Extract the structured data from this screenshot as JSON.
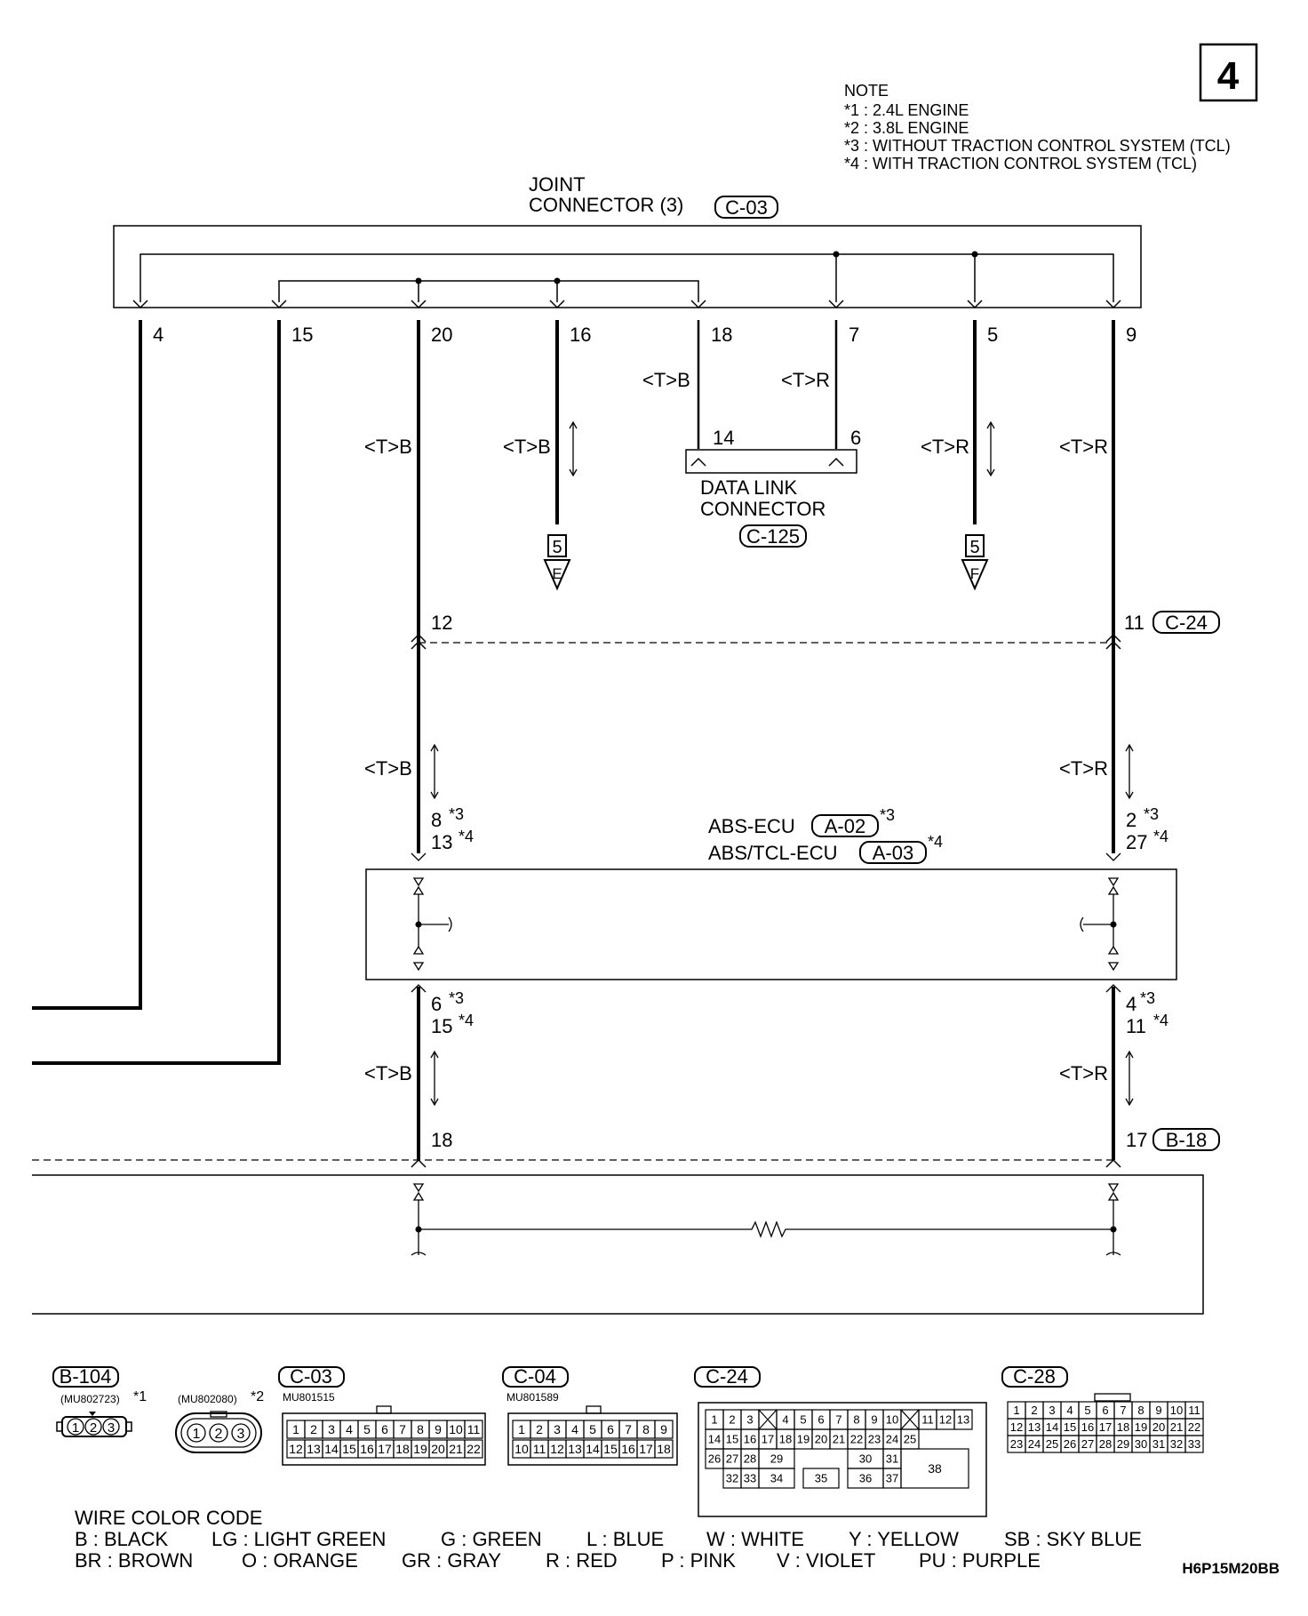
{
  "page_number": "4",
  "note": {
    "heading": "NOTE",
    "lines": [
      "*1 : 2.4L ENGINE",
      "*2 : 3.8L ENGINE",
      "*3 : WITHOUT TRACTION CONTROL SYSTEM (TCL)",
      "*4 : WITH TRACTION CONTROL SYSTEM (TCL)"
    ]
  },
  "joint_connector": {
    "line1": "JOINT",
    "line2": "CONNECTOR (3)",
    "code": "C-03"
  },
  "joint_pins": [
    "4",
    "15",
    "20",
    "16",
    "18",
    "7",
    "5",
    "9"
  ],
  "wire_color_labels": {
    "tb": "<T>B",
    "tr": "<T>R"
  },
  "data_link": {
    "pin_left": "14",
    "pin_right": "6",
    "line1": "DATA LINK",
    "line2": "CONNECTOR",
    "code": "C-125"
  },
  "ground_refs": {
    "left_num": "5",
    "left_letter": "E",
    "right_num": "5",
    "right_letter": "F"
  },
  "c24_pins": {
    "left": "12",
    "right": "11",
    "code": "C-24"
  },
  "abs_pins_top": {
    "left_a": "8",
    "left_b": "13",
    "right_a": "2",
    "right_b": "27"
  },
  "abs_ecu": {
    "line1": "ABS-ECU",
    "code1": "A-02",
    "note1": "*3",
    "line2": "ABS/TCL-ECU",
    "code2": "A-03",
    "note2": "*4"
  },
  "notes_marks": {
    "n3": "*3",
    "n4": "*4"
  },
  "abs_pins_bottom": {
    "left_a": "6",
    "left_b": "15",
    "right_a": "4",
    "right_b": "11"
  },
  "b18_pins": {
    "left": "18",
    "right": "17",
    "code": "B-18"
  },
  "connectors": {
    "b104": {
      "code": "B-104",
      "part": "(MU802723)",
      "note": "*1",
      "pins": [
        "1",
        "2",
        "3"
      ]
    },
    "c02x": {
      "part": "(MU802080)",
      "note": "*2",
      "pins": [
        "1",
        "2",
        "3"
      ]
    },
    "c03": {
      "code": "C-03",
      "part": "MU801515",
      "row1": [
        "1",
        "2",
        "3",
        "4",
        "5",
        "6",
        "7",
        "8",
        "9",
        "10",
        "11"
      ],
      "row2": [
        "12",
        "13",
        "14",
        "15",
        "16",
        "17",
        "18",
        "19",
        "20",
        "21",
        "22"
      ]
    },
    "c04": {
      "code": "C-04",
      "part": "MU801589",
      "row1": [
        "1",
        "2",
        "3",
        "4",
        "5",
        "6",
        "7",
        "8",
        "9"
      ],
      "row2": [
        "10",
        "11",
        "12",
        "13",
        "14",
        "15",
        "16",
        "17",
        "18"
      ]
    },
    "c24": {
      "code": "C-24",
      "row1": [
        "1",
        "2",
        "3",
        "4",
        "5",
        "6",
        "7",
        "8",
        "9",
        "10",
        "11",
        "12",
        "13"
      ],
      "row2": [
        "14",
        "15",
        "16",
        "17",
        "18",
        "19",
        "20",
        "21",
        "22",
        "23",
        "24",
        "25"
      ],
      "row3": [
        "26",
        "27",
        "28",
        "29",
        "30",
        "31"
      ],
      "row4": [
        "32",
        "33",
        "34",
        "35",
        "36",
        "37"
      ],
      "big": "38"
    },
    "c28": {
      "code": "C-28",
      "row1": [
        "1",
        "2",
        "3",
        "4",
        "5",
        "6",
        "7",
        "8",
        "9",
        "10",
        "11"
      ],
      "row2": [
        "12",
        "13",
        "14",
        "15",
        "16",
        "17",
        "18",
        "19",
        "20",
        "21",
        "22"
      ],
      "row3": [
        "23",
        "24",
        "25",
        "26",
        "27",
        "28",
        "29",
        "30",
        "31",
        "32",
        "33"
      ]
    }
  },
  "wire_color_code": {
    "title": "WIRE COLOR CODE",
    "row1": [
      "B : BLACK",
      "LG : LIGHT GREEN",
      "G : GREEN",
      "L : BLUE",
      "W : WHITE",
      "Y : YELLOW",
      "SB : SKY BLUE"
    ],
    "row2": [
      "BR : BROWN",
      "O : ORANGE",
      "GR : GRAY",
      "R : RED",
      "P : PINK",
      "V : VIOLET",
      "PU : PURPLE"
    ]
  },
  "figure_code": "H6P15M20BB"
}
